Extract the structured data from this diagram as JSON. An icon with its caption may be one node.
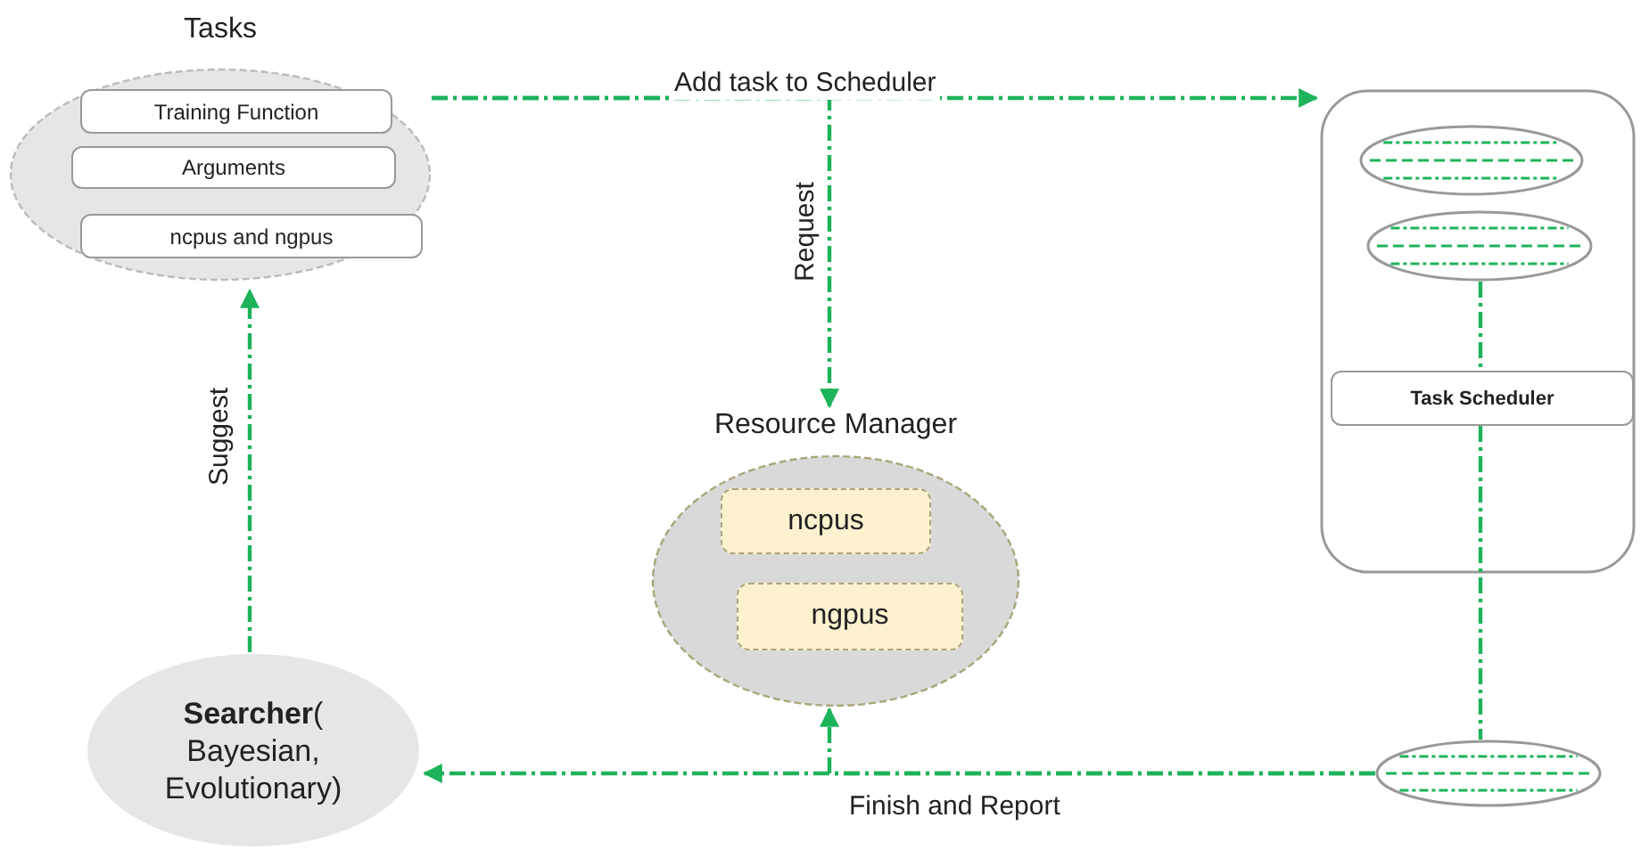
{
  "diagram": {
    "nodes": [
      {
        "text": [
          "Tasks"
        ]
      },
      {
        "text": [
          "Training Function"
        ],
        "in": 0
      },
      {
        "text": [
          "Arguments"
        ],
        "in": 0
      },
      {
        "text": [
          "ncpus and ngpus"
        ],
        "in": 0
      },
      {
        "text": [
          "Resource Manager"
        ]
      },
      {
        "text": [
          "ncpus"
        ],
        "in": 4
      },
      {
        "text": [
          "ngpus"
        ],
        "in": 4
      },
      {
        "text": [
          "**Searcher**( Bayesian, Evolutionary)"
        ]
      },
      {
        "text": [],
        "shape": "box"
      },
      {
        "text": [],
        "shape": "circle",
        "in": 8
      },
      {
        "text": [],
        "shape": "circle",
        "in": 8
      },
      {
        "text": [
          "Task Scheduler"
        ],
        "in": 8
      },
      {
        "text": [],
        "shape": "circle"
      }
    ],
    "edges": [
      {
        "from": 0,
        "to": 8,
        "arrow": "to",
        "label": "Add task to Scheduler"
      },
      {
        "from": 0,
        "to": 4,
        "arrow": "to",
        "label": "Request"
      },
      {
        "from": 10,
        "to": 11,
        "arrow": "none"
      },
      {
        "from": 11,
        "to": 12,
        "arrow": "none"
      },
      {
        "from": 12,
        "to": 7,
        "arrow": "to",
        "label": "Finish and Report"
      },
      {
        "from": 12,
        "to": 4,
        "arrow": "to"
      },
      {
        "from": 7,
        "to": 0,
        "arrow": "to",
        "label": "Suggest"
      }
    ]
  }
}
